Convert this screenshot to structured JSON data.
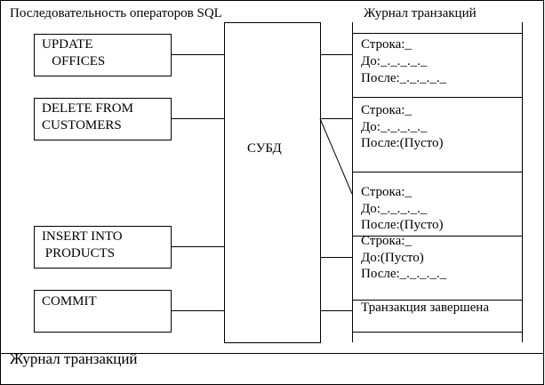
{
  "titles": {
    "left": "Последовательность операторов SQL",
    "right": "Журнал транзакций",
    "caption": "Журнал транзакций"
  },
  "dbms_label": "СУБД",
  "statements": [
    {
      "line1": "UPDATE",
      "line2": "   OFFICES"
    },
    {
      "line1": "DELETE FROM",
      "line2": "CUSTOMERS"
    },
    {
      "line1": "INSERT INTO",
      "line2": " PRODUCTS"
    },
    {
      "line1": "COMMIT",
      "line2": ""
    }
  ],
  "log_entries": [
    {
      "line1": "Строка:_",
      "line2": "До:_._._._._",
      "line3": "После:_._._._._"
    },
    {
      "line1": "Строка:_",
      "line2": "До:_._._._._",
      "line3": "После:(Пусто)"
    },
    {
      "line1": "Строка:_",
      "line2": "До:_._._._._",
      "line3": "После:(Пусто)"
    },
    {
      "line1": "Строка:_",
      "line2": "До:(Пусто)",
      "line3": "После:_._._._._"
    },
    {
      "line1": "Транзакция завершена",
      "line2": "",
      "line3": ""
    }
  ]
}
